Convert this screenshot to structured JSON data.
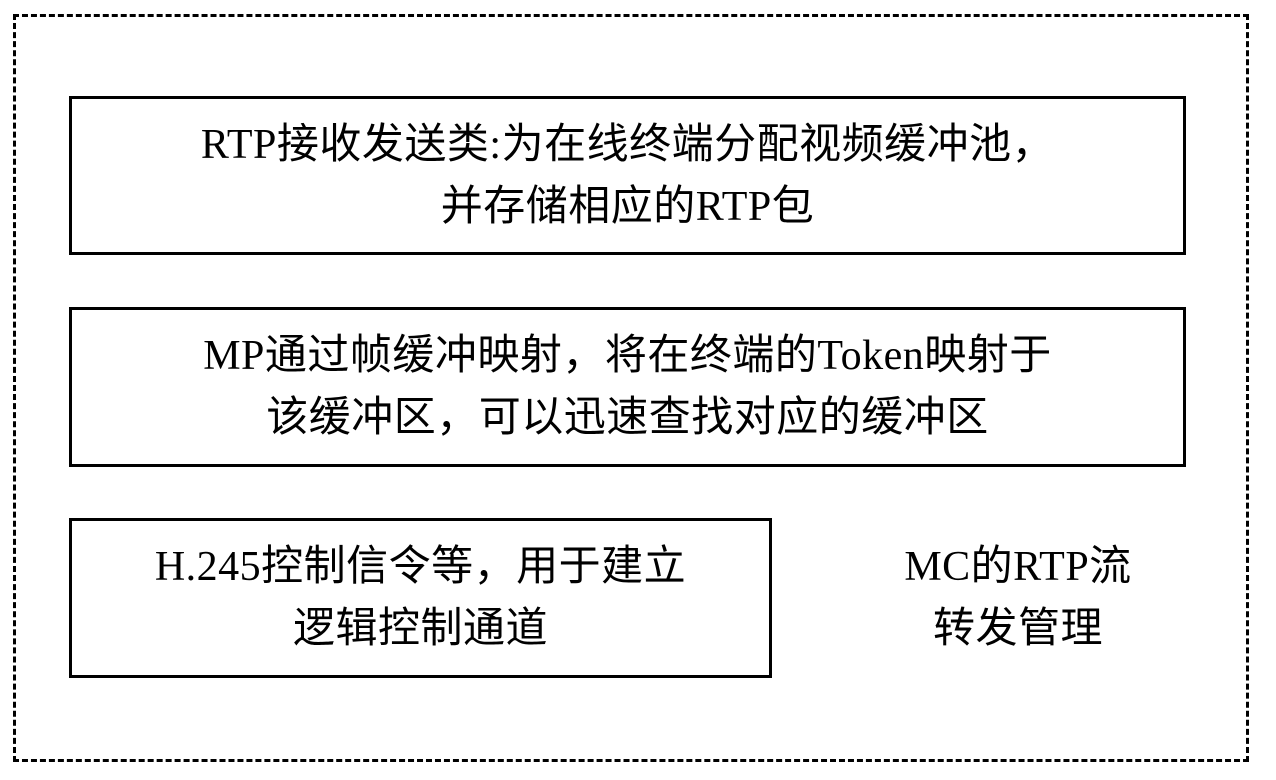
{
  "diagram": {
    "boxes": [
      {
        "id": "rtp",
        "lines": [
          "RTP接收发送类:为在线终端分配视频缓冲池，",
          "并存储相应的RTP包"
        ]
      },
      {
        "id": "mp",
        "lines": [
          "MP通过帧缓冲映射，将在终端的Token映射于",
          "该缓冲区，可以迅速查找对应的缓冲区"
        ]
      },
      {
        "id": "h245",
        "lines": [
          "H.245控制信令等，用于建立",
          "逻辑控制通道"
        ]
      }
    ],
    "container_label": {
      "lines": [
        "MC的RTP流",
        "转发管理"
      ]
    },
    "colors": {
      "stroke": "#000000",
      "background": "#ffffff",
      "text": "#000000"
    }
  }
}
